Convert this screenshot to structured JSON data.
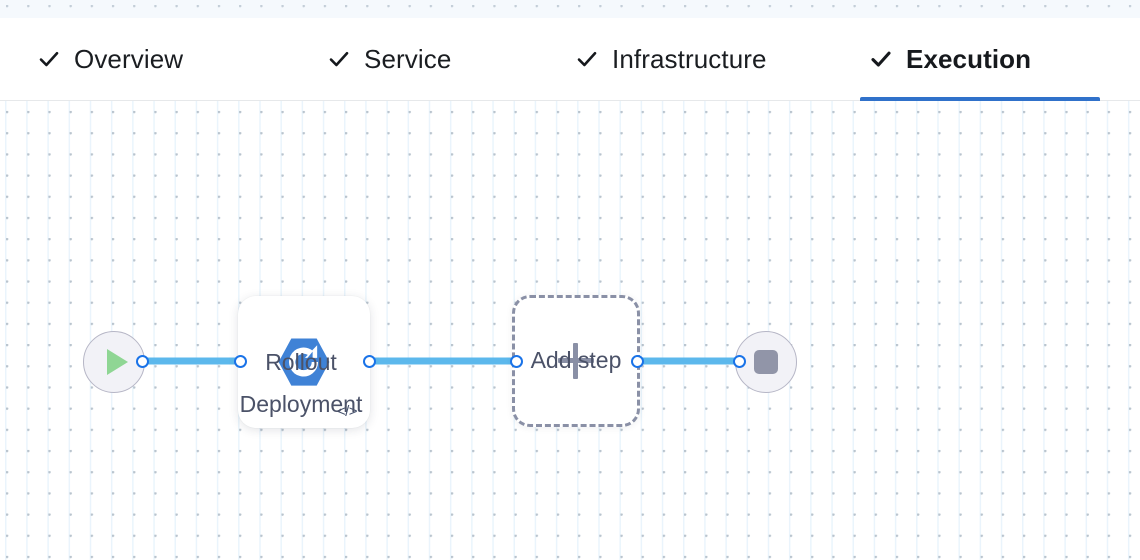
{
  "tabs": [
    {
      "label": "Overview",
      "icon": "check-icon",
      "complete": true,
      "active": false
    },
    {
      "label": "Service",
      "icon": "check-icon",
      "complete": true,
      "active": false
    },
    {
      "label": "Infrastructure",
      "icon": "check-icon",
      "complete": true,
      "active": false
    },
    {
      "label": "Execution",
      "icon": "check-icon",
      "complete": true,
      "active": true
    }
  ],
  "canvas": {
    "nodes": {
      "start": {
        "icon": "play-icon",
        "label": ""
      },
      "rollout": {
        "icon": "rollout-deployment-icon",
        "badge": "</>",
        "label": "Rollout\nDeployment"
      },
      "add": {
        "icon": "plus-icon",
        "label": "Add step"
      },
      "end": {
        "icon": "stop-icon",
        "label": ""
      }
    }
  },
  "colors": {
    "accent": "#3071ca",
    "edge": "#5cb8ec",
    "handle_stroke": "#1a73e8",
    "service_icon": "#3f82d6",
    "play": "#8fd694",
    "stop": "#9195a8",
    "label_text": "#4b5268",
    "dashed_border": "#8a90a6"
  }
}
